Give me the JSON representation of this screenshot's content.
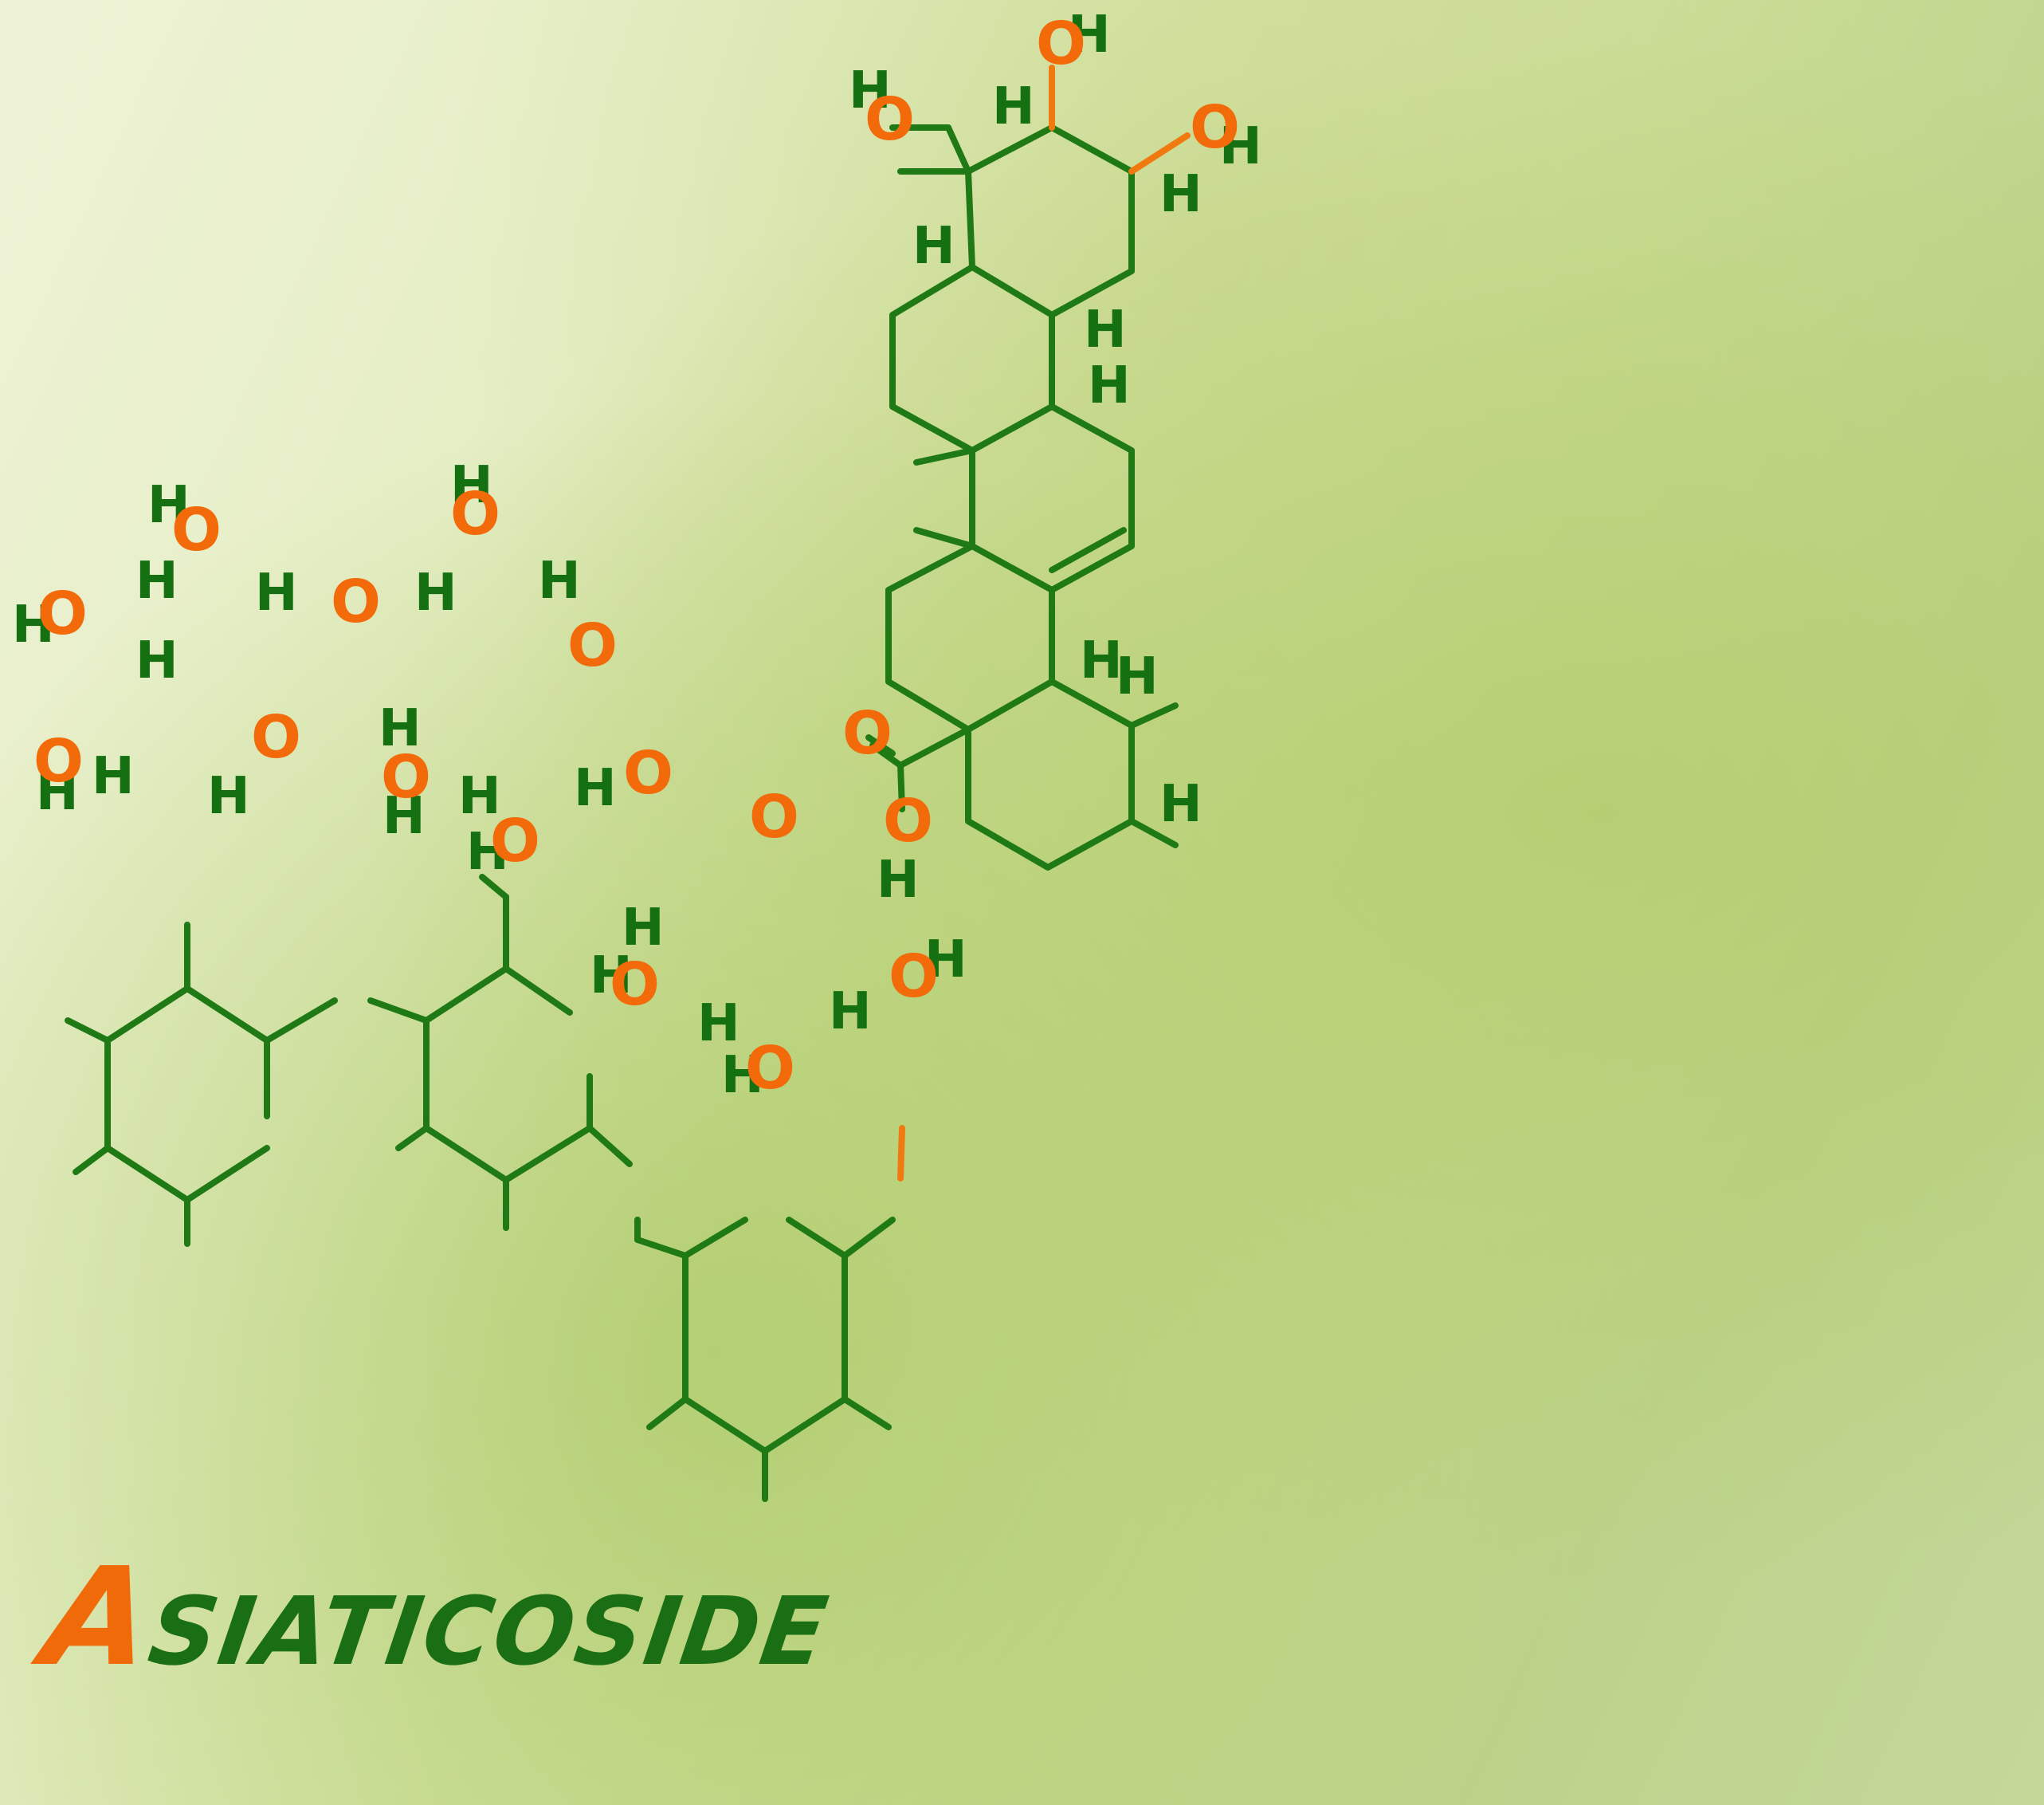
{
  "compound": {
    "title_first_letter": "A",
    "title_rest": "SIATICOSIDE"
  },
  "atoms": {
    "hydrogen": "H",
    "oxygen": "O"
  },
  "colors": {
    "bond": "#1f7a16",
    "hydrogen": "#157012",
    "oxygen": "#f26a0a",
    "title_accent": "#f06a0a",
    "title_main": "#1a6e14"
  }
}
